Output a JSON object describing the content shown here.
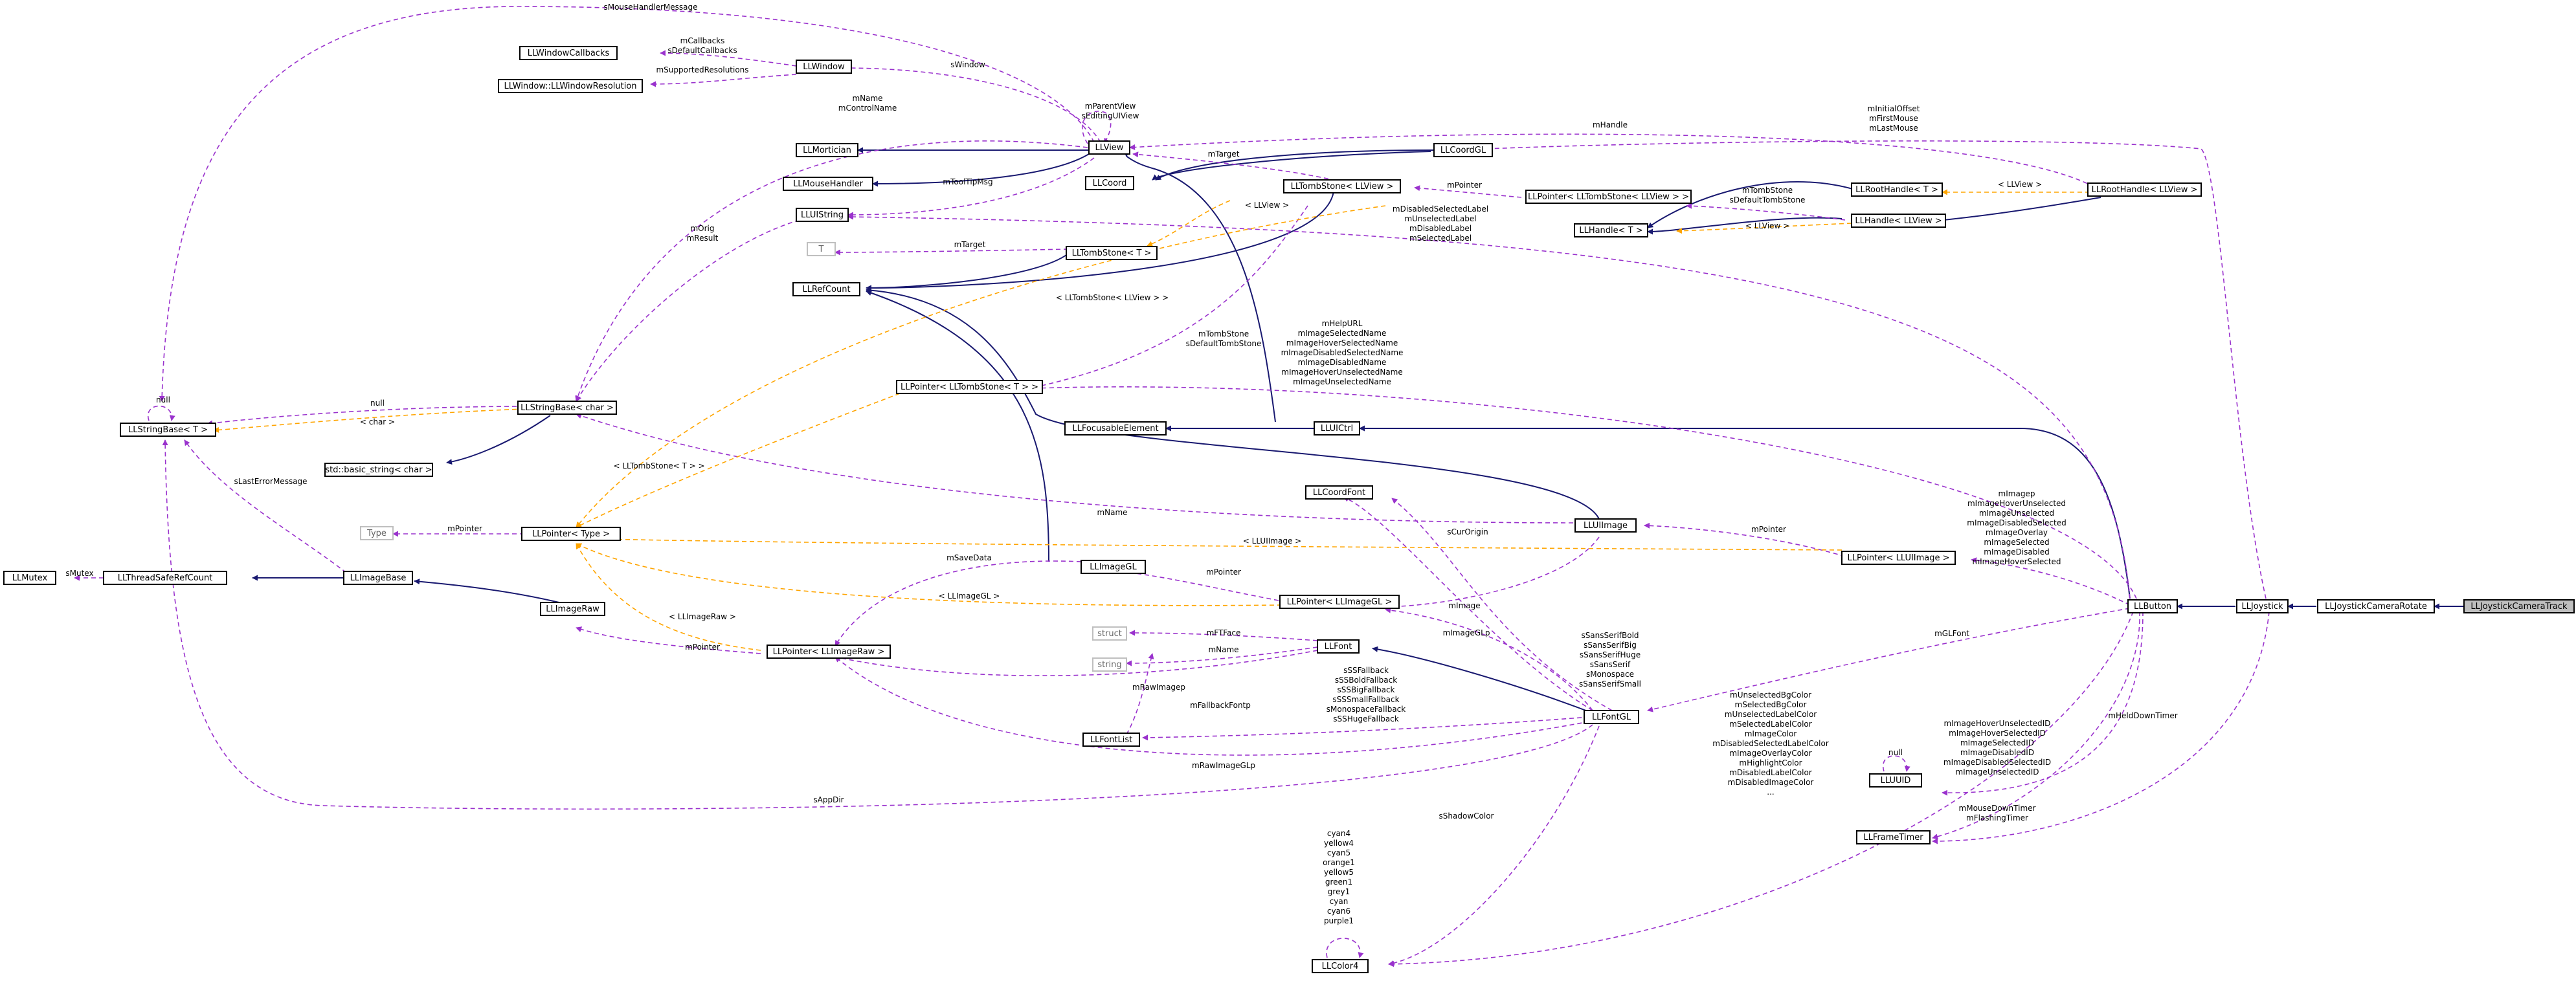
{
  "colors": {
    "inheritance": "#191970",
    "usage": "#9a32cd",
    "template": "#ffa500",
    "highlight_fill": "#bfbfbf",
    "muted_border": "#bfbfbf"
  },
  "nodes": {
    "LLJoystickCameraTrack": "LLJoystickCameraTrack",
    "LLJoystickCameraRotate": "LLJoystickCameraRotate",
    "LLJoystick": "LLJoystick",
    "LLButton": "LLButton",
    "LLUICtrl": "LLUICtrl",
    "LLFocusableElement": "LLFocusableElement",
    "LLView": "LLView",
    "LLMortician": "LLMortician",
    "LLMouseHandler": "LLMouseHandler",
    "LLWindowCallbacks": "LLWindowCallbacks",
    "LLWindowResolution": "LLWindow::LLWindowResolution",
    "LLWindow": "LLWindow",
    "LLUIString": "LLUIString",
    "LLCoord": "LLCoord",
    "LLCoordGL": "LLCoordGL",
    "LLTombStoneView": "LLTombStone< LLView >",
    "LLPointerTombStoneView": "LLPointer< LLTombStone< LLView > >",
    "LLRootHandleT": "LLRootHandle< T >",
    "LLRootHandleView": "LLRootHandle< LLView >",
    "LLHandleView": "LLHandle< LLView >",
    "LLHandleT": "LLHandle< T >",
    "T": "T",
    "LLTombStoneT": "LLTombStone< T >",
    "LLRefCount": "LLRefCount",
    "LLPointerTombStoneT": "LLPointer< LLTombStone< T > >",
    "LLStringBaseChar": "LLStringBase< char >",
    "LLStringBaseT": "LLStringBase< T >",
    "basicString": "std::basic_string< char >",
    "Type": "Type",
    "LLPointerType": "LLPointer< Type >",
    "LLUIImage": "LLUIImage",
    "LLPointerUIImage": "LLPointer< LLUIImage >",
    "LLCoordFont": "LLCoordFont",
    "LLMutex": "LLMutex",
    "LLThreadSafeRefCount": "LLThreadSafeRefCount",
    "LLImageBase": "LLImageBase",
    "LLImageGL": "LLImageGL",
    "LLPointerImageGL": "LLPointer< LLImageGL >",
    "LLImageRaw": "LLImageRaw",
    "LLPointerImageRaw": "LLPointer< LLImageRaw >",
    "struct": "struct",
    "string": "string",
    "LLFont": "LLFont",
    "LLFontList": "LLFontList",
    "LLFontGL": "LLFontGL",
    "LLUUID": "LLUUID",
    "LLFrameTimer": "LLFrameTimer",
    "LLColor4": "LLColor4"
  },
  "labels": {
    "sMouseHandlerMessage": "sMouseHandlerMessage",
    "mCallbacks": "mCallbacks",
    "sDefaultCallbacks": "sDefaultCallbacks",
    "mSupportedResolutions": "mSupportedResolutions",
    "sWindow": "sWindow",
    "mParentView": "mParentView",
    "sEditingUIView": "sEditingUIView",
    "mName": "mName",
    "mControlName": "mControlName",
    "mTarget_LLView": "mTarget",
    "mToolTipMsg": "mToolTipMsg",
    "mHandle": "mHandle",
    "mInitialOffset": "mInitialOffset",
    "mFirstMouse": "mFirstMouse",
    "mLastMouse": "mLastMouse",
    "mPointer_Tomb": "mPointer",
    "mTombStone1": "mTombStone",
    "sDefaultTombStone1": "sDefaultTombStone",
    "tpl_LLView_root": "< LLView >",
    "tpl_LLView_handle": "< LLView >",
    "tpl_LLView_tomb": "< LLView >",
    "mOrig": "mOrig",
    "mResult": "mResult",
    "mTarget_T": "mTarget",
    "mDisabledSelectedLabel": "mDisabledSelectedLabel",
    "mUnselectedLabel": "mUnselectedLabel",
    "mDisabledLabel": "mDisabledLabel",
    "mSelectedLabel": "mSelectedLabel",
    "tpl_LLTombStoneLLView": "< LLTombStone< LLView > >",
    "mTombStone2": "mTombStone",
    "sDefaultTombStone2": "sDefaultTombStone",
    "mHelpURL": "mHelpURL",
    "mImageSelectedName": "mImageSelectedName",
    "mImageHoverSelectedName": "mImageHoverSelectedName",
    "mImageDisabledSelectedName": "mImageDisabledSelectedName",
    "mImageDisabledName": "mImageDisabledName",
    "mImageHoverUnselectedName": "mImageHoverUnselectedName",
    "mImageUnselectedName": "mImageUnselectedName",
    "null1": "null",
    "null2": "null",
    "tpl_char": "< char >",
    "sLastErrorMessage": "sLastErrorMessage",
    "tpl_LLTombStoneT": "< LLTombStone< T > >",
    "mPointer_Type": "mPointer",
    "mName2": "mName",
    "sCurOrigin": "sCurOrigin",
    "mPointer_UIImage": "mPointer",
    "tpl_LLUIImage": "< LLUIImage >",
    "mImagep": "mImagep",
    "mImageHoverUnselected": "mImageHoverUnselected",
    "mImageUnselected": "mImageUnselected",
    "mImageDisabledSelected": "mImageDisabledSelected",
    "mImageOverlay": "mImageOverlay",
    "mImageSelected": "mImageSelected",
    "mImageDisabled": "mImageDisabled",
    "mImageHoverSelected": "mImageHoverSelected",
    "sMutex": "sMutex",
    "mSaveData": "mSaveData",
    "mPointer_ImageGL": "mPointer",
    "tpl_LLImageGL": "< LLImageGL >",
    "mImage": "mImage",
    "tpl_LLImageRaw": "< LLImageRaw >",
    "mPointer_ImageRaw": "mPointer",
    "mFTFace": "mFTFace",
    "mName3": "mName",
    "mRawImagep": "mRawImagep",
    "mImageGLp": "mImageGLp",
    "sSansSerifBold": "sSansSerifBold",
    "sSansSerifBig": "sSansSerifBig",
    "sSansSerifHuge": "sSansSerifHuge",
    "sSansSerif": "sSansSerif",
    "sMonospace": "sMonospace",
    "sSansSerifSmall": "sSansSerifSmall",
    "mGLFont": "mGLFont",
    "sSSFallback": "sSSFallback",
    "sSSBoldFallback": "sSSBoldFallback",
    "sSSBigFallback": "sSSBigFallback",
    "sSSSmallFallback": "sSSSmallFallback",
    "sMonospaceFallback": "sMonospaceFallback",
    "sSSHugeFallback": "sSSHugeFallback",
    "mFallbackFontp": "mFallbackFontp",
    "mRawImageGLp": "mRawImageGLp",
    "sAppDir": "sAppDir",
    "mUnselectedBgColor": "mUnselectedBgColor",
    "mSelectedBgColor": "mSelectedBgColor",
    "mUnselectedLabelColor": "mUnselectedLabelColor",
    "mSelectedLabelColor": "mSelectedLabelColor",
    "mImageColor": "mImageColor",
    "mDisabledSelectedLabelColor": "mDisabledSelectedLabelColor",
    "mImageOverlayColor": "mImageOverlayColor",
    "mHighlightColor": "mHighlightColor",
    "mDisabledLabelColor": "mDisabledLabelColor",
    "mDisabledImageColor": "mDisabledImageColor",
    "ellipsis": "...",
    "sShadowColor": "sShadowColor",
    "cyan4": "cyan4",
    "yellow4": "yellow4",
    "cyan5": "cyan5",
    "orange1": "orange1",
    "yellow5": "yellow5",
    "green1": "green1",
    "grey1": "grey1",
    "cyan": "cyan",
    "cyan6": "cyan6",
    "purple1": "purple1",
    "mImageHoverUnselectedID": "mImageHoverUnselectedID",
    "mImageHoverSelectedID": "mImageHoverSelectedID",
    "mImageSelectedID": "mImageSelectedID",
    "mImageDisabledID": "mImageDisabledID",
    "mImageDisabledSelectedID": "mImageDisabledSelectedID",
    "mImageUnselectedID": "mImageUnselectedID",
    "null3": "null",
    "mHeldDownTimer": "mHeldDownTimer",
    "mMouseDownTimer": "mMouseDownTimer",
    "mFlashingTimer": "mFlashingTimer"
  }
}
